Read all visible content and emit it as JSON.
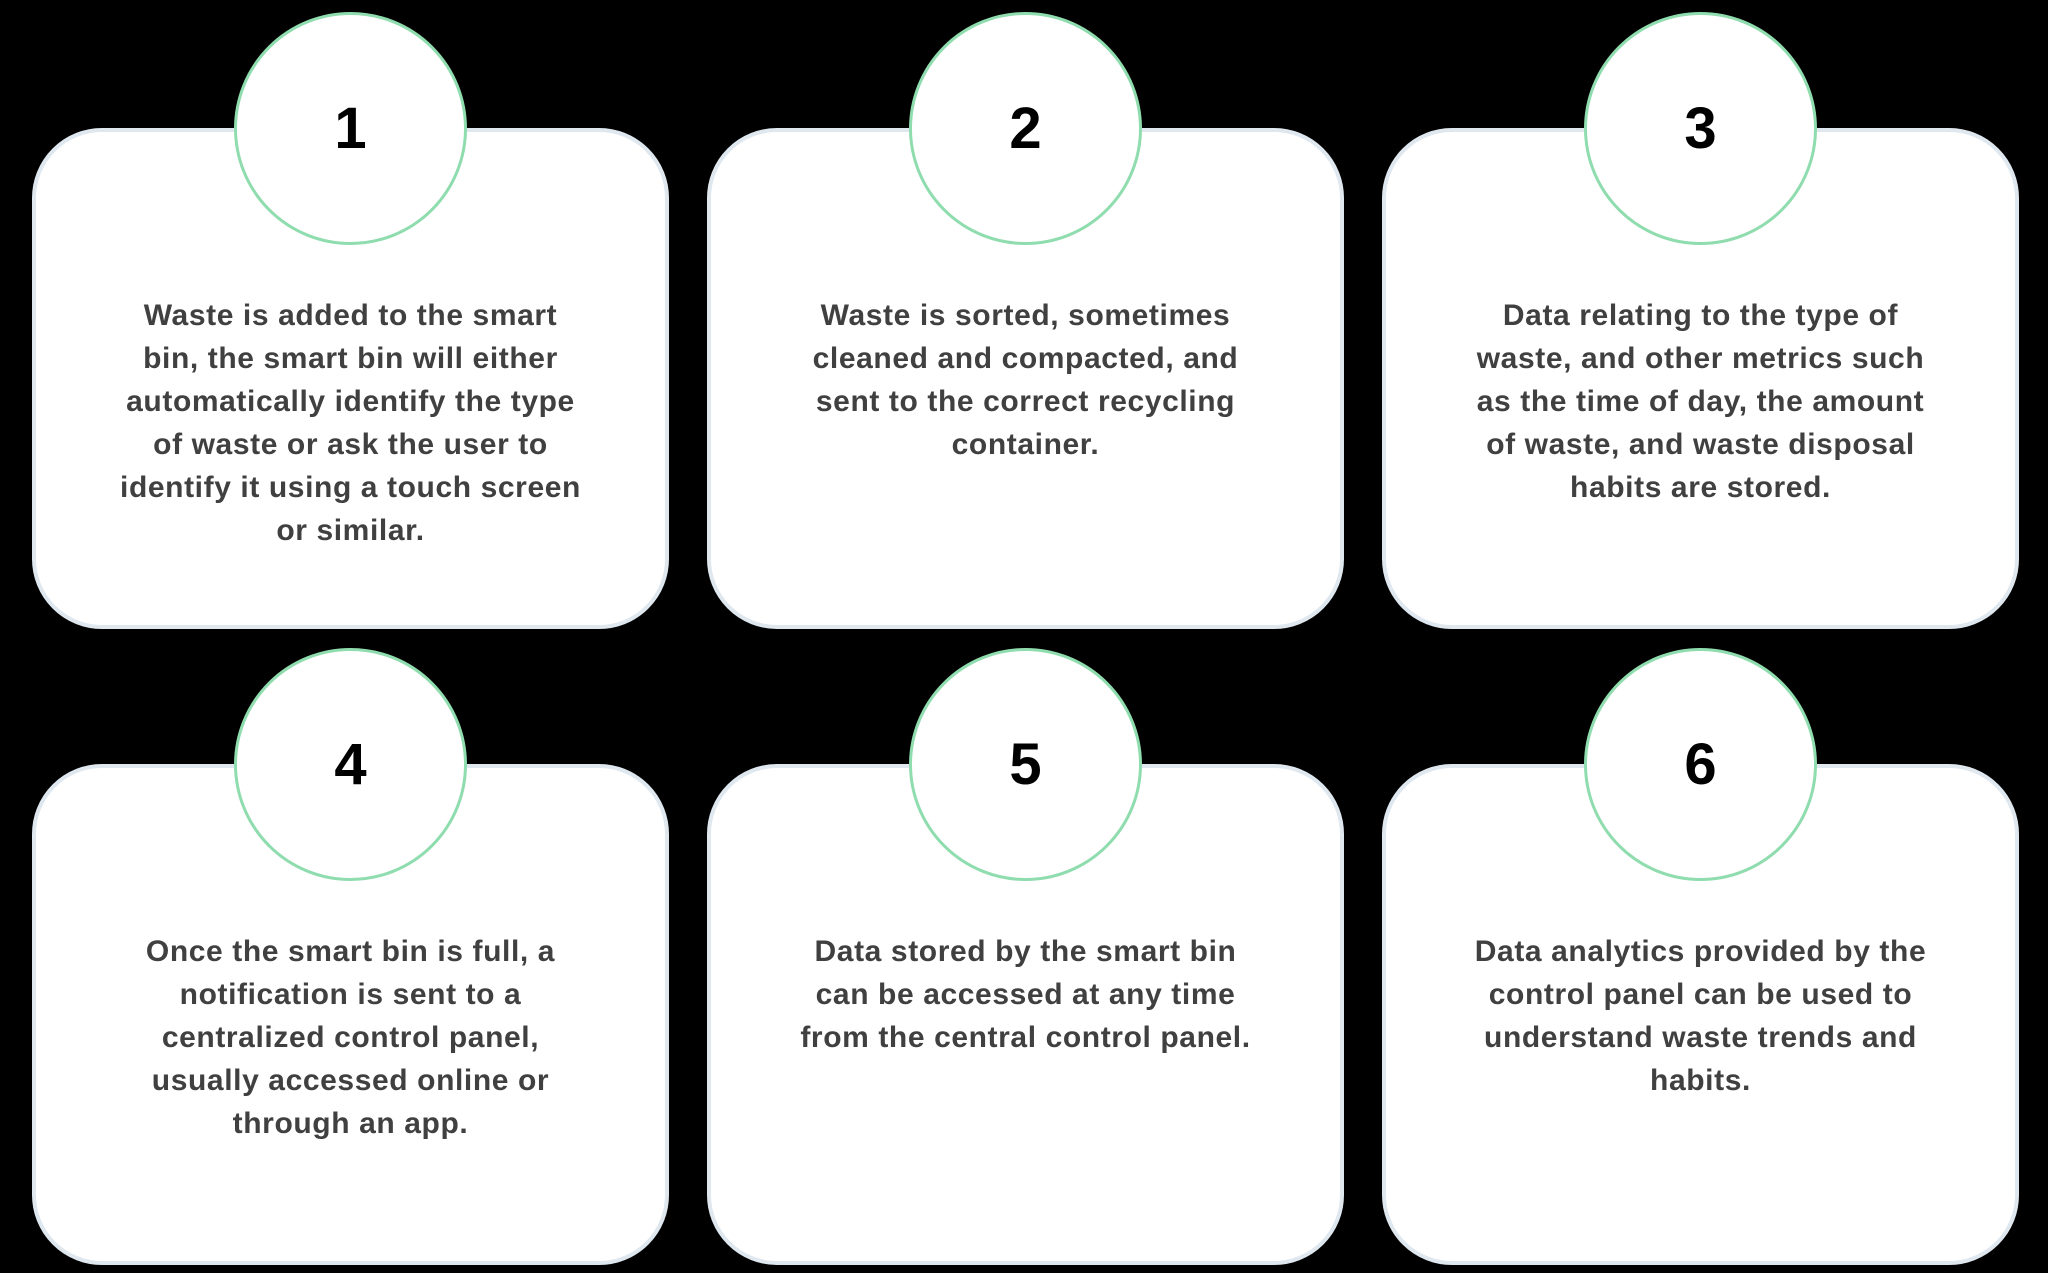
{
  "diagram": {
    "colors": {
      "background": "#000000",
      "card_fill": "#ffffff",
      "card_border": "#dfe7ef",
      "badge_border": "#8fdcae",
      "number_text": "#000000",
      "body_text": "#404040"
    },
    "steps": [
      {
        "number": "1",
        "lines": [
          "Waste is added to the smart",
          "bin, the smart bin will either",
          "automatically identify the type",
          "of waste or ask the user to",
          "identify it using a touch screen",
          "or similar."
        ]
      },
      {
        "number": "2",
        "lines": [
          "Waste is sorted, sometimes",
          "cleaned and compacted, and",
          "sent to the correct recycling",
          "container."
        ]
      },
      {
        "number": "3",
        "lines": [
          "Data relating to the type of",
          "waste, and other metrics such",
          "as the time of day, the amount",
          "of waste, and waste disposal",
          "habits are stored."
        ]
      },
      {
        "number": "4",
        "lines": [
          "Once the smart bin is full, a",
          "notification is sent to a",
          "centralized control panel,",
          "usually accessed online or",
          "through an app."
        ]
      },
      {
        "number": "5",
        "lines": [
          "Data stored by the smart bin",
          "can be accessed at any time",
          "from the central control panel."
        ]
      },
      {
        "number": "6",
        "lines": [
          "Data analytics provided by the",
          "control panel can be used to",
          "understand waste trends and",
          "habits."
        ]
      }
    ]
  }
}
